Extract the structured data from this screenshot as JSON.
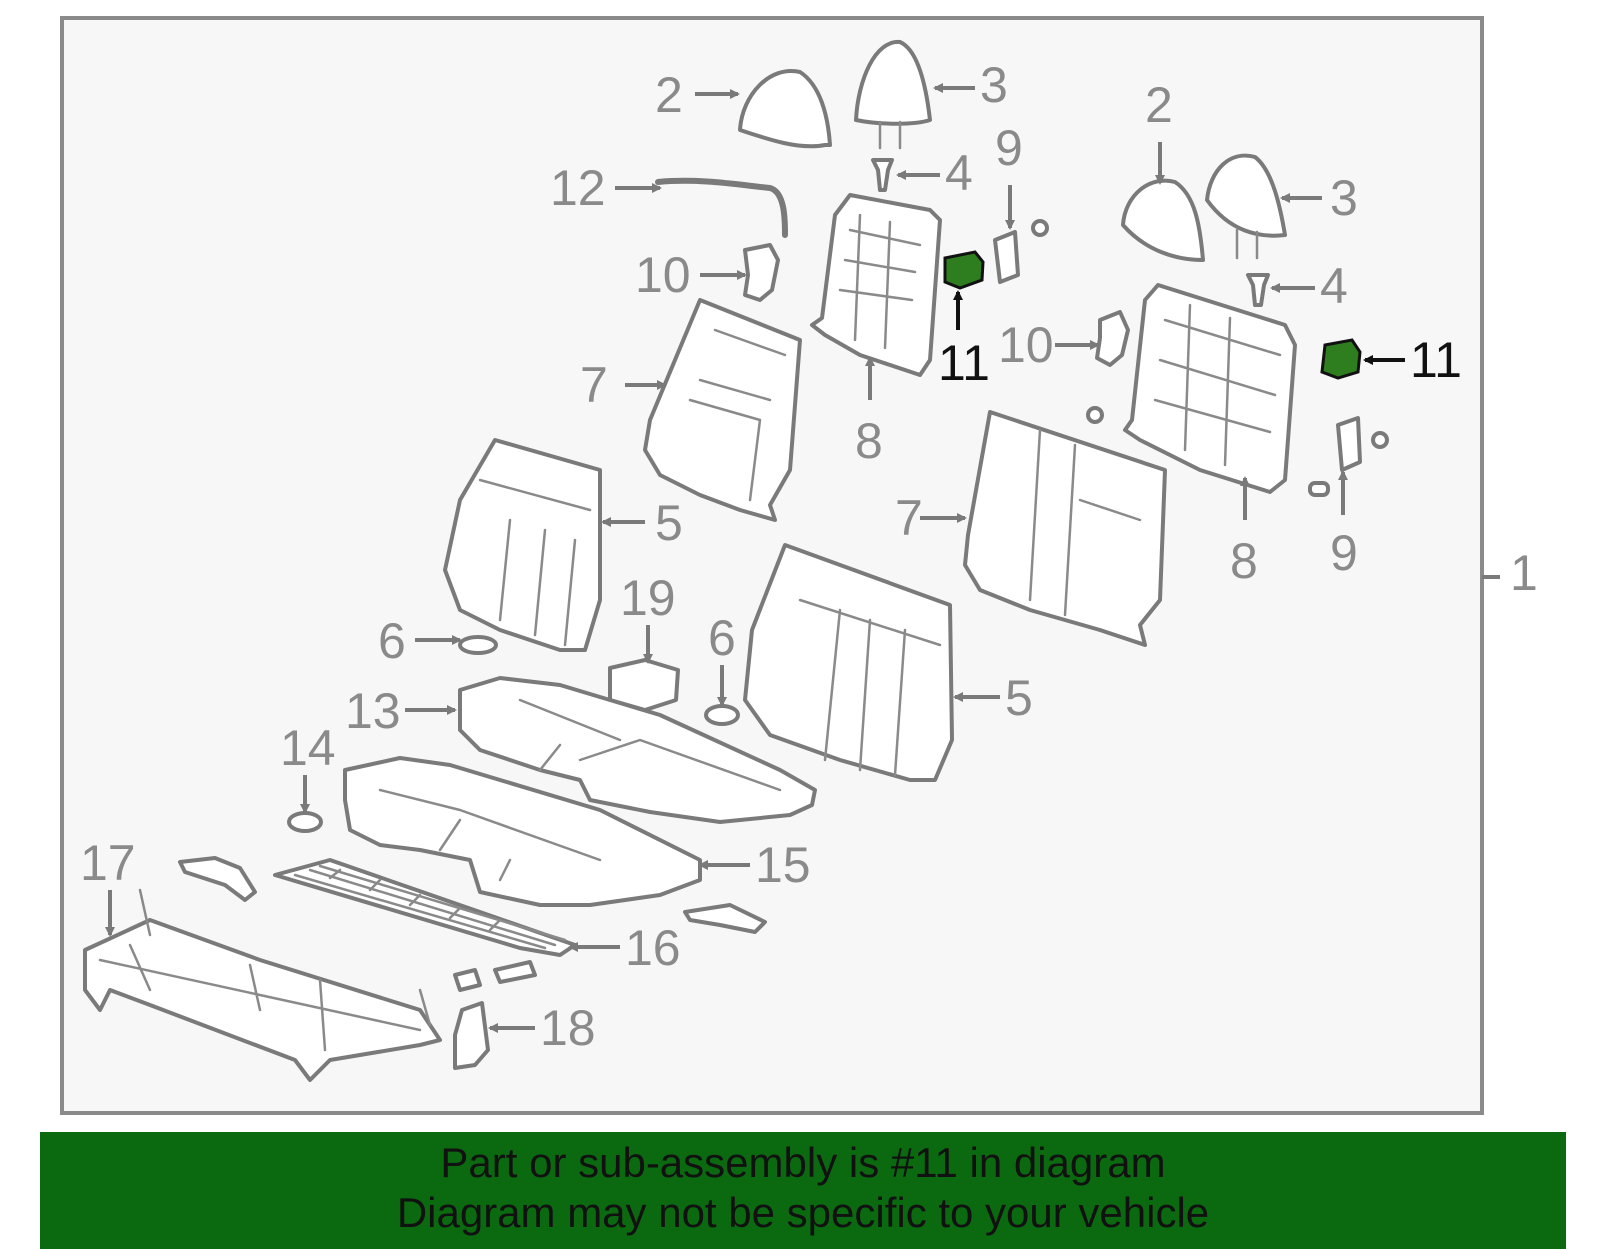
{
  "labels": {
    "assembly": "1",
    "headrest_left": "2",
    "headrest_right": "2",
    "headrest_post_left": "3",
    "headrest_post_right": "3",
    "guide_left": "4",
    "guide_right": "4",
    "back_cover_left": "5",
    "back_cover_right": "5",
    "grommet_left": "6",
    "grommet_right": "6",
    "back_pad_left": "7",
    "back_pad_right": "7",
    "back_frame_left": "8",
    "back_frame_right": "8",
    "bracket_left": "9",
    "bracket_right": "9",
    "latch_left": "10",
    "latch_right": "10",
    "highlight_left": "11",
    "highlight_right": "11",
    "cable": "12",
    "cushion_cover": "13",
    "grommet_cushion": "14",
    "cushion_pad": "15",
    "cushion_mat": "16",
    "cushion_frame": "17",
    "cover_trim": "18",
    "armrest_pad": "19"
  },
  "colors": {
    "highlight": "#2e7d1f",
    "banner": "#0b6a10",
    "line": "#7a7a7a"
  },
  "banner": {
    "line1": "Part or sub-assembly is #11 in diagram",
    "line2": "Diagram may not be specific to your vehicle"
  }
}
